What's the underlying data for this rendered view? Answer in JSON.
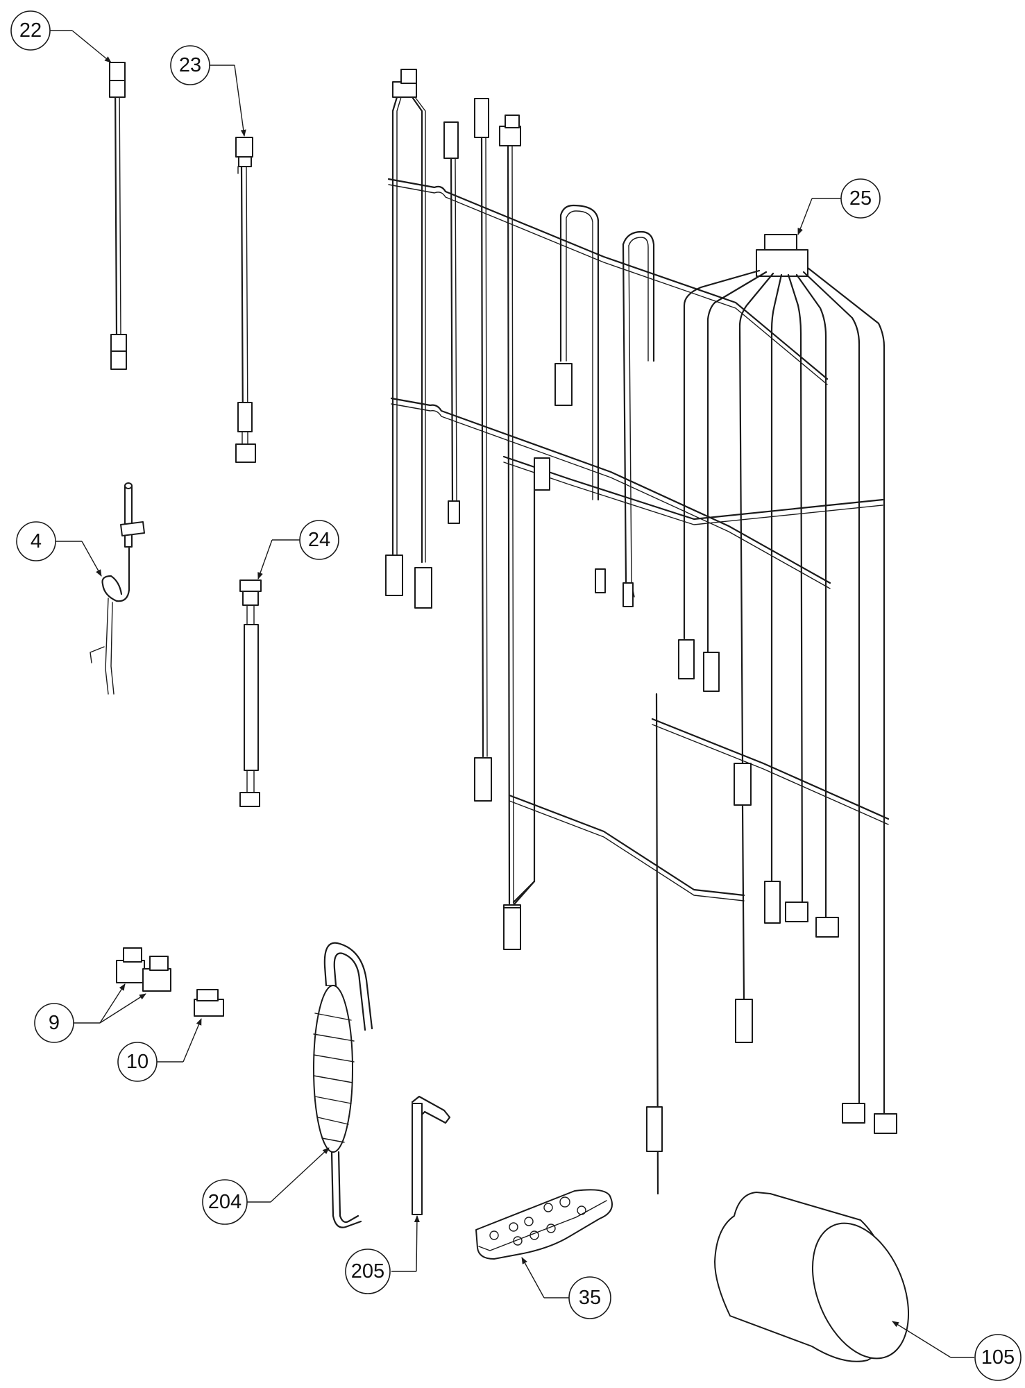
{
  "callouts": [
    {
      "id": "c22",
      "text": "22"
    },
    {
      "id": "c23",
      "text": "23"
    },
    {
      "id": "c4",
      "text": "4"
    },
    {
      "id": "c24",
      "text": "24"
    },
    {
      "id": "c25",
      "text": "25"
    },
    {
      "id": "c9",
      "text": "9"
    },
    {
      "id": "c10",
      "text": "10"
    },
    {
      "id": "c204",
      "text": "204"
    },
    {
      "id": "c205",
      "text": "205"
    },
    {
      "id": "c35",
      "text": "35"
    },
    {
      "id": "c105",
      "text": "105"
    }
  ]
}
